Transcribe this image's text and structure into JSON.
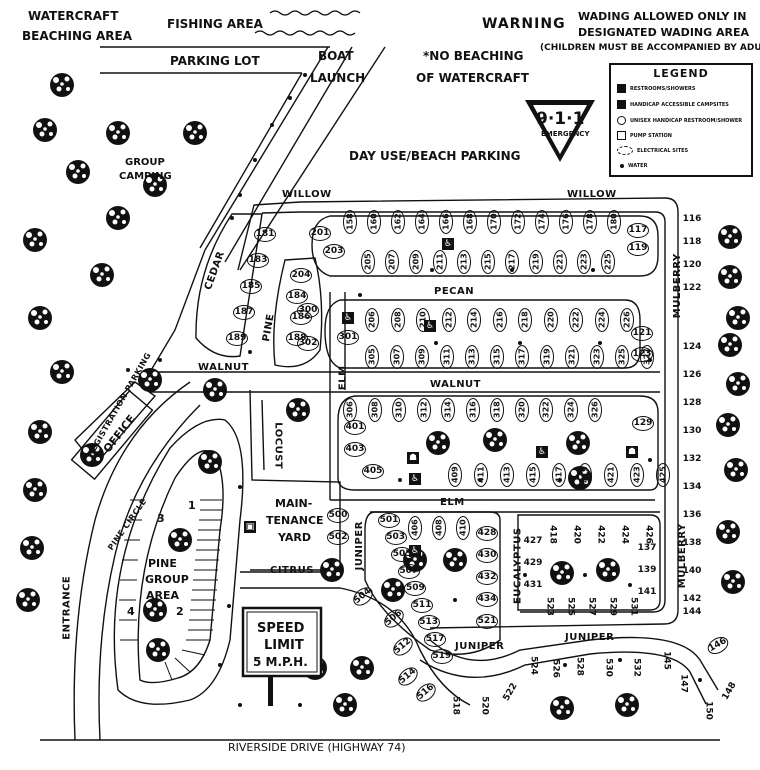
{
  "header": {
    "watercraft_beaching": [
      "WATERCRAFT",
      "BEACHING AREA"
    ],
    "fishing_area": "FISHING AREA",
    "warning": "WARNING",
    "wading_notice": [
      "WADING ALLOWED ONLY IN",
      "DESIGNATED WADING AREA",
      "(CHILDREN MUST BE ACCOMPANIED BY ADULT)"
    ],
    "parking_lot": "PARKING LOT",
    "boat_launch": [
      "BOAT",
      "LAUNCH"
    ],
    "no_beaching": [
      "*NO BEACHING",
      "OF WATERCRAFT"
    ],
    "day_use": "DAY USE/BEACH PARKING",
    "group_camping": [
      "GROUP",
      "CAMPING"
    ]
  },
  "emergency_sign": {
    "number": "9·1·1",
    "word": "EMERGENCY"
  },
  "legend": {
    "title": "LEGEND",
    "items": [
      "RESTROOMS/SHOWERS",
      "HANDICAP ACCESSIBLE CAMPSITES",
      "UNISEX HANDICAP RESTROOM/SHOWER",
      "PUMP STATION",
      "ELECTRICAL SITES",
      "WATER"
    ]
  },
  "streets": {
    "willow": "WILLOW",
    "pecan": "PECAN",
    "walnut": "WALNUT",
    "elm": "ELM",
    "cedar": "CEDAR",
    "pine": "PINE",
    "locust": "LOCUST",
    "mulberry": "MULBERRY",
    "juniper": "JUNIPER",
    "eucalyptus": "EUCALYPTUS",
    "citrus": "CITRUS",
    "pine_circle": "PINE CIRCLE",
    "registration_parking": "REGISTRATION PARKING",
    "entrance": "ENTRANCE",
    "riverside": "RIVERSIDE DRIVE (HIGHWAY 74)"
  },
  "areas": {
    "office": "OFFICE",
    "maintenance": [
      "MAIN-",
      "TENANCE",
      "YARD"
    ],
    "pine_group": [
      "PINE",
      "GROUP",
      "AREA"
    ],
    "pine_group_numbers": [
      "1",
      "2",
      "3",
      "4"
    ],
    "speed_limit": [
      "SPEED",
      "LIMIT",
      "5 M.P.H."
    ]
  },
  "sites": {
    "willow_north": [
      "158",
      "160",
      "162",
      "164",
      "166",
      "168",
      "170",
      "172",
      "174",
      "176",
      "178",
      "180"
    ],
    "willow_south": [
      "205",
      "207",
      "209",
      "211",
      "213",
      "215",
      "217",
      "219",
      "221",
      "223",
      "225"
    ],
    "willow_west": [
      "201",
      "203"
    ],
    "pecan_north": [
      "206",
      "208",
      "210",
      "212",
      "214",
      "216",
      "218",
      "220",
      "222",
      "224",
      "226"
    ],
    "pecan_south": [
      "305",
      "307",
      "309",
      "311",
      "313",
      "315",
      "317",
      "319",
      "321",
      "323",
      "325",
      "327"
    ],
    "pecan_west": [
      "301"
    ],
    "east_col_a": [
      "116",
      "118",
      "120",
      "122"
    ],
    "east_col_b": [
      "117",
      "119"
    ],
    "east_121": [
      "121",
      "123"
    ],
    "mulberry": [
      "124",
      "126",
      "128",
      "130",
      "132",
      "134",
      "136",
      "138",
      "140",
      "142",
      "144",
      "146",
      "148"
    ],
    "cedar": [
      "181",
      "183",
      "185",
      "187",
      "189"
    ],
    "pine_col": [
      "204",
      "184",
      "186",
      "188"
    ],
    "pine_300": [
      "300",
      "302"
    ],
    "walnut_north": [
      "306",
      "308",
      "310",
      "312",
      "314",
      "316",
      "318",
      "320",
      "322",
      "324",
      "326"
    ],
    "walnut_west": [
      "401",
      "403",
      "405"
    ],
    "walnut_129": "129",
    "elm_north": [
      "409",
      "411",
      "413",
      "415",
      "417",
      "419",
      "421",
      "423",
      "425"
    ],
    "juniper_west": [
      "501",
      "503",
      "505",
      "507",
      "509",
      "511",
      "513",
      "517",
      "519"
    ],
    "juniper_center": [
      "406",
      "408",
      "410"
    ],
    "juniper_east": [
      "428",
      "430",
      "432",
      "434",
      "521"
    ],
    "maint_500": [
      "500",
      "502"
    ],
    "south_loop": [
      "504",
      "506",
      "512",
      "514",
      "516",
      "518",
      "520",
      "522"
    ],
    "euc_west": [
      "427",
      "429",
      "431"
    ],
    "euc_grid_a": [
      "418",
      "420",
      "422",
      "424",
      "426"
    ],
    "euc_grid_b": [
      "523",
      "525",
      "527",
      "529",
      "531"
    ],
    "euc_right": [
      "137",
      "139",
      "141"
    ],
    "juniper_south": [
      "524",
      "526",
      "528",
      "530",
      "532",
      "145",
      "147",
      "150"
    ]
  }
}
